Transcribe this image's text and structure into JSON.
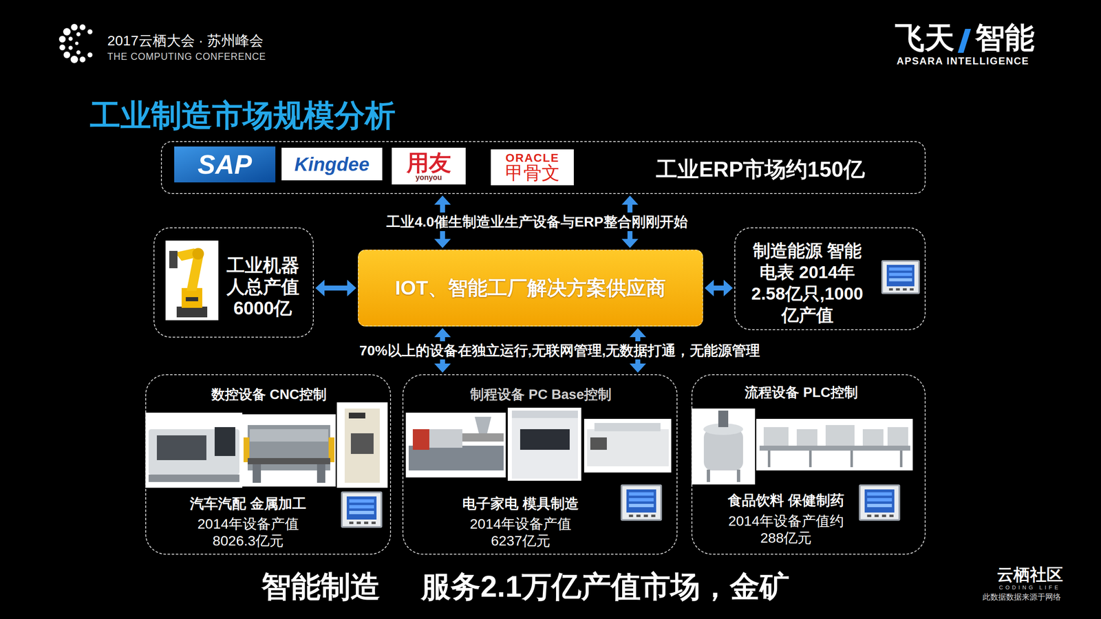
{
  "diagram": {
    "title": "工业制造市场规模分析",
    "nodes": [
      {
        "text": [
          "工业ERP市场约150亿"
        ]
      },
      {
        "text": [
          "SAP"
        ],
        "in": 0
      },
      {
        "text": [
          "Kingdee"
        ],
        "in": 0
      },
      {
        "text": [
          "用友",
          "yonyou"
        ],
        "in": 0
      },
      {
        "text": [
          "ORACLE",
          "甲骨文"
        ],
        "in": 0
      },
      {
        "text": [
          "工业机器 人总产值 6000亿"
        ]
      },
      {
        "text": [
          "IOT、智能工厂解决方案供应商"
        ]
      },
      {
        "text": [
          "制造能源 智能 电表 2014年 2.58亿只,1000 亿产值"
        ]
      },
      {
        "text": [
          "数控设备 CNC控制",
          "汽车汽配 金属加工",
          "2014年设备产值 8026.3亿元"
        ]
      },
      {
        "text": [
          "制程设备 PC Base控制",
          "电子家电 模具制造",
          "2014年设备产值 6237亿元"
        ]
      },
      {
        "text": [
          "流程设备 PLC控制",
          "食品饮料 保健制药",
          "2014年设备产值约 288亿元"
        ]
      }
    ],
    "edges": [
      {
        "from": 6,
        "to": 0,
        "label": "工业4.0催生制造业生产设备与ERP整合刚刚开始",
        "arrow": "both"
      },
      {
        "from": 6,
        "to": 0,
        "arrow": "both"
      },
      {
        "from": 6,
        "to": 9,
        "label": "70%以上的设备在独立运行,无联网管理,无数据打通，无能源管理",
        "arrow": "both"
      },
      {
        "from": 6,
        "to": 9,
        "arrow": "both"
      },
      {
        "from": 5,
        "to": 6,
        "arrow": "both"
      },
      {
        "from": 6,
        "to": 7,
        "arrow": "both"
      }
    ],
    "labels": [
      "2017云栖大会 · 苏州峰会",
      "THE COMPUTING CONFERENCE",
      "飞天",
      "智能",
      "APSARA INTELLIGENCE",
      "智能制造",
      "服务2.1万亿产值市场，金矿",
      "云栖社区",
      "CODING LIFE",
      "此数据数据来源于网络"
    ]
  }
}
